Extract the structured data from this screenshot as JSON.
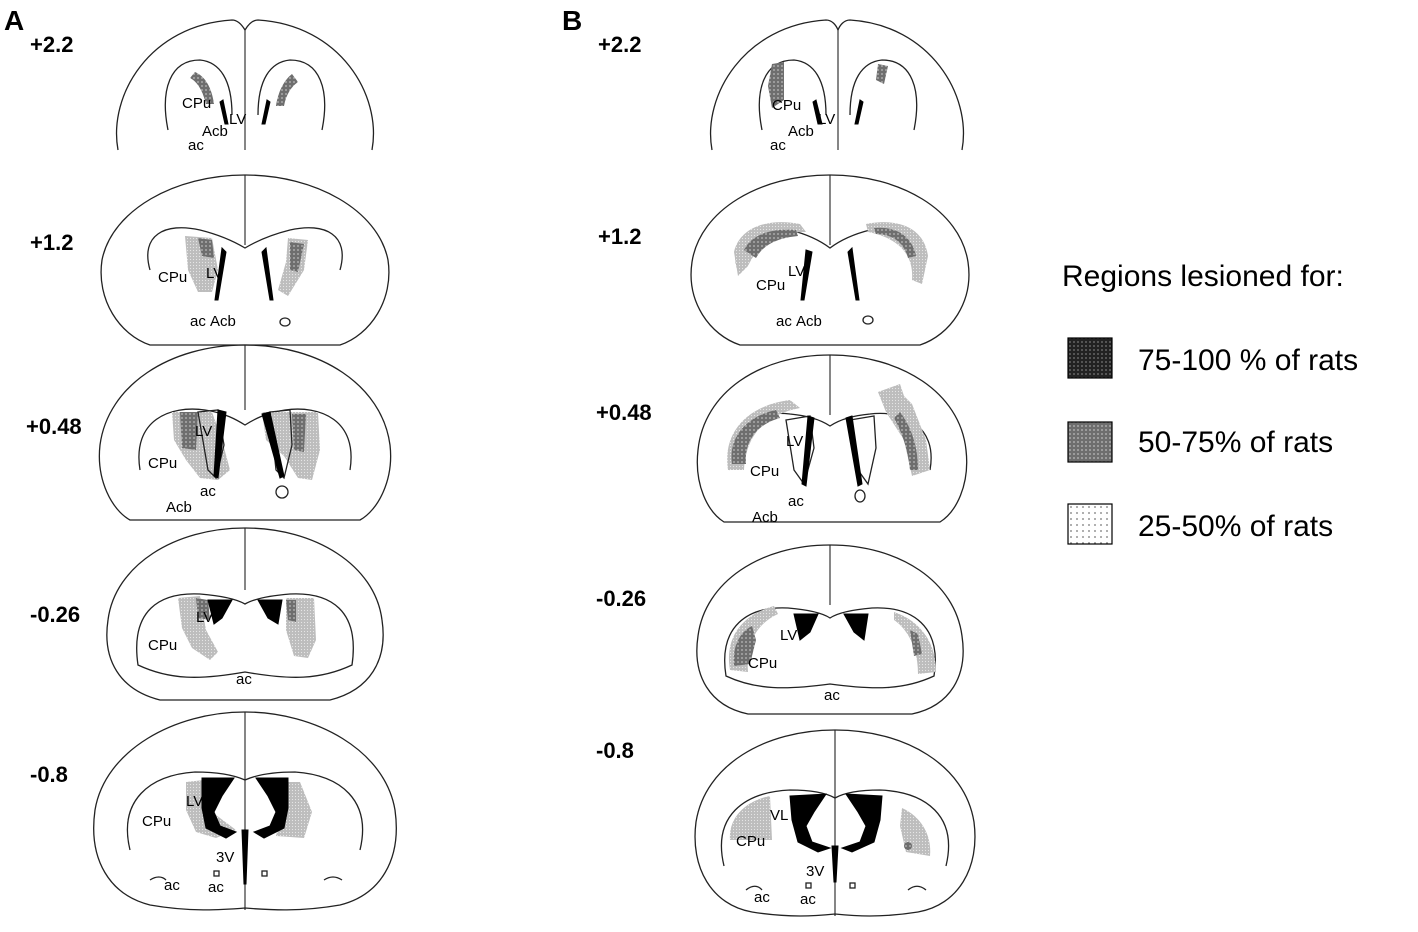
{
  "panels": [
    {
      "letter": "A",
      "sections": [
        {
          "coord": "+2.2",
          "labels": [
            "CPu",
            "LV",
            "Acb",
            "ac"
          ]
        },
        {
          "coord": "+1.2",
          "labels": [
            "CPu",
            "LV",
            "ac",
            "Acb"
          ]
        },
        {
          "coord": "+0.48",
          "labels": [
            "LV",
            "CPu",
            "ac",
            "Acb"
          ]
        },
        {
          "coord": "-0.26",
          "labels": [
            "LV",
            "CPu",
            "ac"
          ]
        },
        {
          "coord": "-0.8",
          "labels": [
            "LV",
            "CPu",
            "3V",
            "ac",
            "ac"
          ]
        }
      ]
    },
    {
      "letter": "B",
      "sections": [
        {
          "coord": "+2.2",
          "labels": [
            "CPu",
            "LV",
            "Acb",
            "ac"
          ]
        },
        {
          "coord": "+1.2",
          "labels": [
            "LV",
            "CPu",
            "ac",
            "Acb"
          ]
        },
        {
          "coord": "+0.48",
          "labels": [
            "LV",
            "CPu",
            "ac",
            "Acb"
          ]
        },
        {
          "coord": "-0.26",
          "labels": [
            "LV",
            "CPu",
            "ac"
          ]
        },
        {
          "coord": "-0.8",
          "labels": [
            "VL",
            "CPu",
            "3V",
            "ac",
            "ac"
          ]
        }
      ]
    }
  ],
  "legend": {
    "title": "Regions lesioned for:",
    "items": [
      {
        "label": "75-100 % of rats",
        "color": "#333333"
      },
      {
        "label": "50-75% of rats",
        "color": "#7a7a7a"
      },
      {
        "label": "25-50% of rats",
        "color": "#c8c8c8"
      }
    ]
  }
}
